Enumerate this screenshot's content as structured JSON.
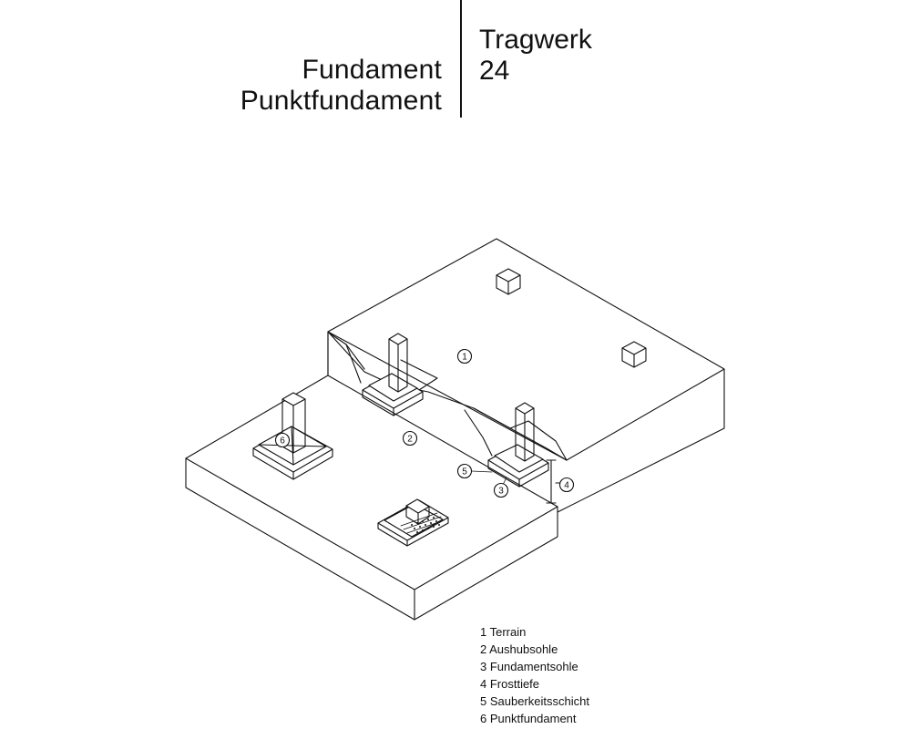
{
  "header": {
    "left_line1": "Fundament",
    "left_line2": "Punktfundament",
    "right_line1": "Tragwerk",
    "right_line2": "24"
  },
  "callouts": [
    "1",
    "2",
    "3",
    "4",
    "5",
    "6"
  ],
  "legend": [
    "1 Terrain",
    "2 Aushubsohle",
    "3 Fundamentsohle",
    "4 Frosttiefe",
    "5 Sauberkeitsschicht",
    "6 Punktfundament"
  ]
}
